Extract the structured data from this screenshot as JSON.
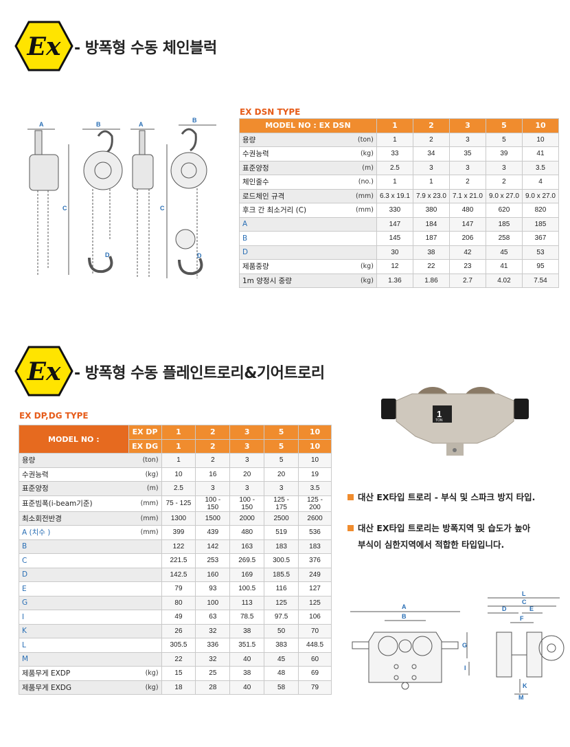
{
  "section1": {
    "title": "- 방폭형 수동 체인블럭",
    "type_label": "EX DSN TYPE",
    "header_label": "MODEL NO : EX DSN",
    "models": [
      "1",
      "2",
      "3",
      "5",
      "10"
    ],
    "rows": [
      {
        "label": "용량",
        "unit": "(ton)",
        "values": [
          "1",
          "2",
          "3",
          "5",
          "10"
        ]
      },
      {
        "label": "수권능력",
        "unit": "(kg)",
        "values": [
          "33",
          "34",
          "35",
          "39",
          "41"
        ]
      },
      {
        "label": "표준양정",
        "unit": "(m)",
        "values": [
          "2.5",
          "3",
          "3",
          "3",
          "3.5"
        ]
      },
      {
        "label": "체인줄수",
        "unit": "(no.)",
        "values": [
          "1",
          "1",
          "2",
          "2",
          "4"
        ]
      },
      {
        "label": "로드체인 규격",
        "unit": "(mm)",
        "values": [
          "6.3 x 19.1",
          "7.9 x 23.0",
          "7.1 x 21.0",
          "9.0 x 27.0",
          "9.0 x 27.0"
        ]
      },
      {
        "label": "후크 간 최소거리 (C)",
        "unit": "(mm)",
        "values": [
          "330",
          "380",
          "480",
          "620",
          "820"
        ]
      },
      {
        "label": "A",
        "unit": "",
        "values": [
          "147",
          "184",
          "147",
          "185",
          "185"
        ],
        "blue": true
      },
      {
        "label": "B",
        "unit": "",
        "values": [
          "145",
          "187",
          "206",
          "258",
          "367"
        ],
        "blue": true
      },
      {
        "label": "D",
        "unit": "",
        "values": [
          "30",
          "38",
          "42",
          "45",
          "53"
        ],
        "blue": true
      },
      {
        "label": "제품중량",
        "unit": "(kg)",
        "values": [
          "12",
          "22",
          "23",
          "41",
          "95"
        ]
      },
      {
        "label": "1m 양정시 중량",
        "unit": "(kg)",
        "values": [
          "1.36",
          "1.86",
          "2.7",
          "4.02",
          "7.54"
        ]
      }
    ],
    "diagram_labels": {
      "a": "A",
      "b": "B",
      "c": "C",
      "d": "D"
    }
  },
  "section2": {
    "title": "- 방폭형 수동 플레인트로리&기어트로리",
    "type_label": "EX DP,DG TYPE",
    "header_label": "MODEL NO :",
    "sub_header_1": "EX DP",
    "sub_header_2": "EX DG",
    "models": [
      "1",
      "2",
      "3",
      "5",
      "10"
    ],
    "rows": [
      {
        "label": "용량",
        "unit": "(ton)",
        "values": [
          "1",
          "2",
          "3",
          "5",
          "10"
        ]
      },
      {
        "label": "수권능력",
        "unit": "(kg)",
        "values": [
          "10",
          "16",
          "20",
          "20",
          "19"
        ]
      },
      {
        "label": "표준양정",
        "unit": "(m)",
        "values": [
          "2.5",
          "3",
          "3",
          "3",
          "3.5"
        ]
      },
      {
        "label": "표준빔폭(i-beam기준)",
        "unit": "(mm)",
        "values": [
          "75 - 125",
          "100 - 150",
          "100 - 150",
          "125 - 175",
          "125 - 200"
        ]
      },
      {
        "label": "최소회전반경",
        "unit": "(mm)",
        "values": [
          "1300",
          "1500",
          "2000",
          "2500",
          "2600"
        ]
      },
      {
        "label": "A (치수 )",
        "unit": "(mm)",
        "values": [
          "399",
          "439",
          "480",
          "519",
          "536"
        ],
        "blue": true
      },
      {
        "label": "B",
        "unit": "",
        "values": [
          "122",
          "142",
          "163",
          "183",
          "183"
        ],
        "blue": true
      },
      {
        "label": "C",
        "unit": "",
        "values": [
          "221.5",
          "253",
          "269.5",
          "300.5",
          "376"
        ],
        "blue": true
      },
      {
        "label": "D",
        "unit": "",
        "values": [
          "142.5",
          "160",
          "169",
          "185.5",
          "249"
        ],
        "blue": true
      },
      {
        "label": "E",
        "unit": "",
        "values": [
          "79",
          "93",
          "100.5",
          "116",
          "127"
        ],
        "blue": true
      },
      {
        "label": "G",
        "unit": "",
        "values": [
          "80",
          "100",
          "113",
          "125",
          "125"
        ],
        "blue": true
      },
      {
        "label": "I",
        "unit": "",
        "values": [
          "49",
          "63",
          "78.5",
          "97.5",
          "106"
        ],
        "blue": true
      },
      {
        "label": "K",
        "unit": "",
        "values": [
          "26",
          "32",
          "38",
          "50",
          "70"
        ],
        "blue": true
      },
      {
        "label": "L",
        "unit": "",
        "values": [
          "305.5",
          "336",
          "351.5",
          "383",
          "448.5"
        ],
        "blue": true
      },
      {
        "label": "M",
        "unit": "",
        "values": [
          "22",
          "32",
          "40",
          "45",
          "60"
        ],
        "blue": true
      },
      {
        "label": "제품무게   EXDP",
        "unit": "(kg)",
        "values": [
          "15",
          "25",
          "38",
          "48",
          "69"
        ]
      },
      {
        "label": "제품무게   EXDG",
        "unit": "(kg)",
        "values": [
          "18",
          "28",
          "40",
          "58",
          "79"
        ]
      }
    ],
    "bullet1": "대산 EX타입 트로리 - 부식 및 스파크 방지 타입.",
    "bullet2_line1": "대산 EX타입 트로리는 방폭지역 및 습도가 높아",
    "bullet2_line2": "부식이 심한지역에서 적합한 타입입니다.",
    "photo_badge": "1",
    "photo_badge_unit": "TON",
    "diagram_labels": {
      "a": "A",
      "b": "B",
      "l": "L",
      "c": "C",
      "d": "D",
      "e": "E",
      "f": "F",
      "g": "G",
      "i": "I",
      "k": "K",
      "m": "M"
    }
  },
  "logo_text": "Ex",
  "colors": {
    "accent": "#f08c2e",
    "orange_text": "#e65c1a",
    "logo_yellow": "#ffe400",
    "blue_label": "#2a6fb5"
  }
}
